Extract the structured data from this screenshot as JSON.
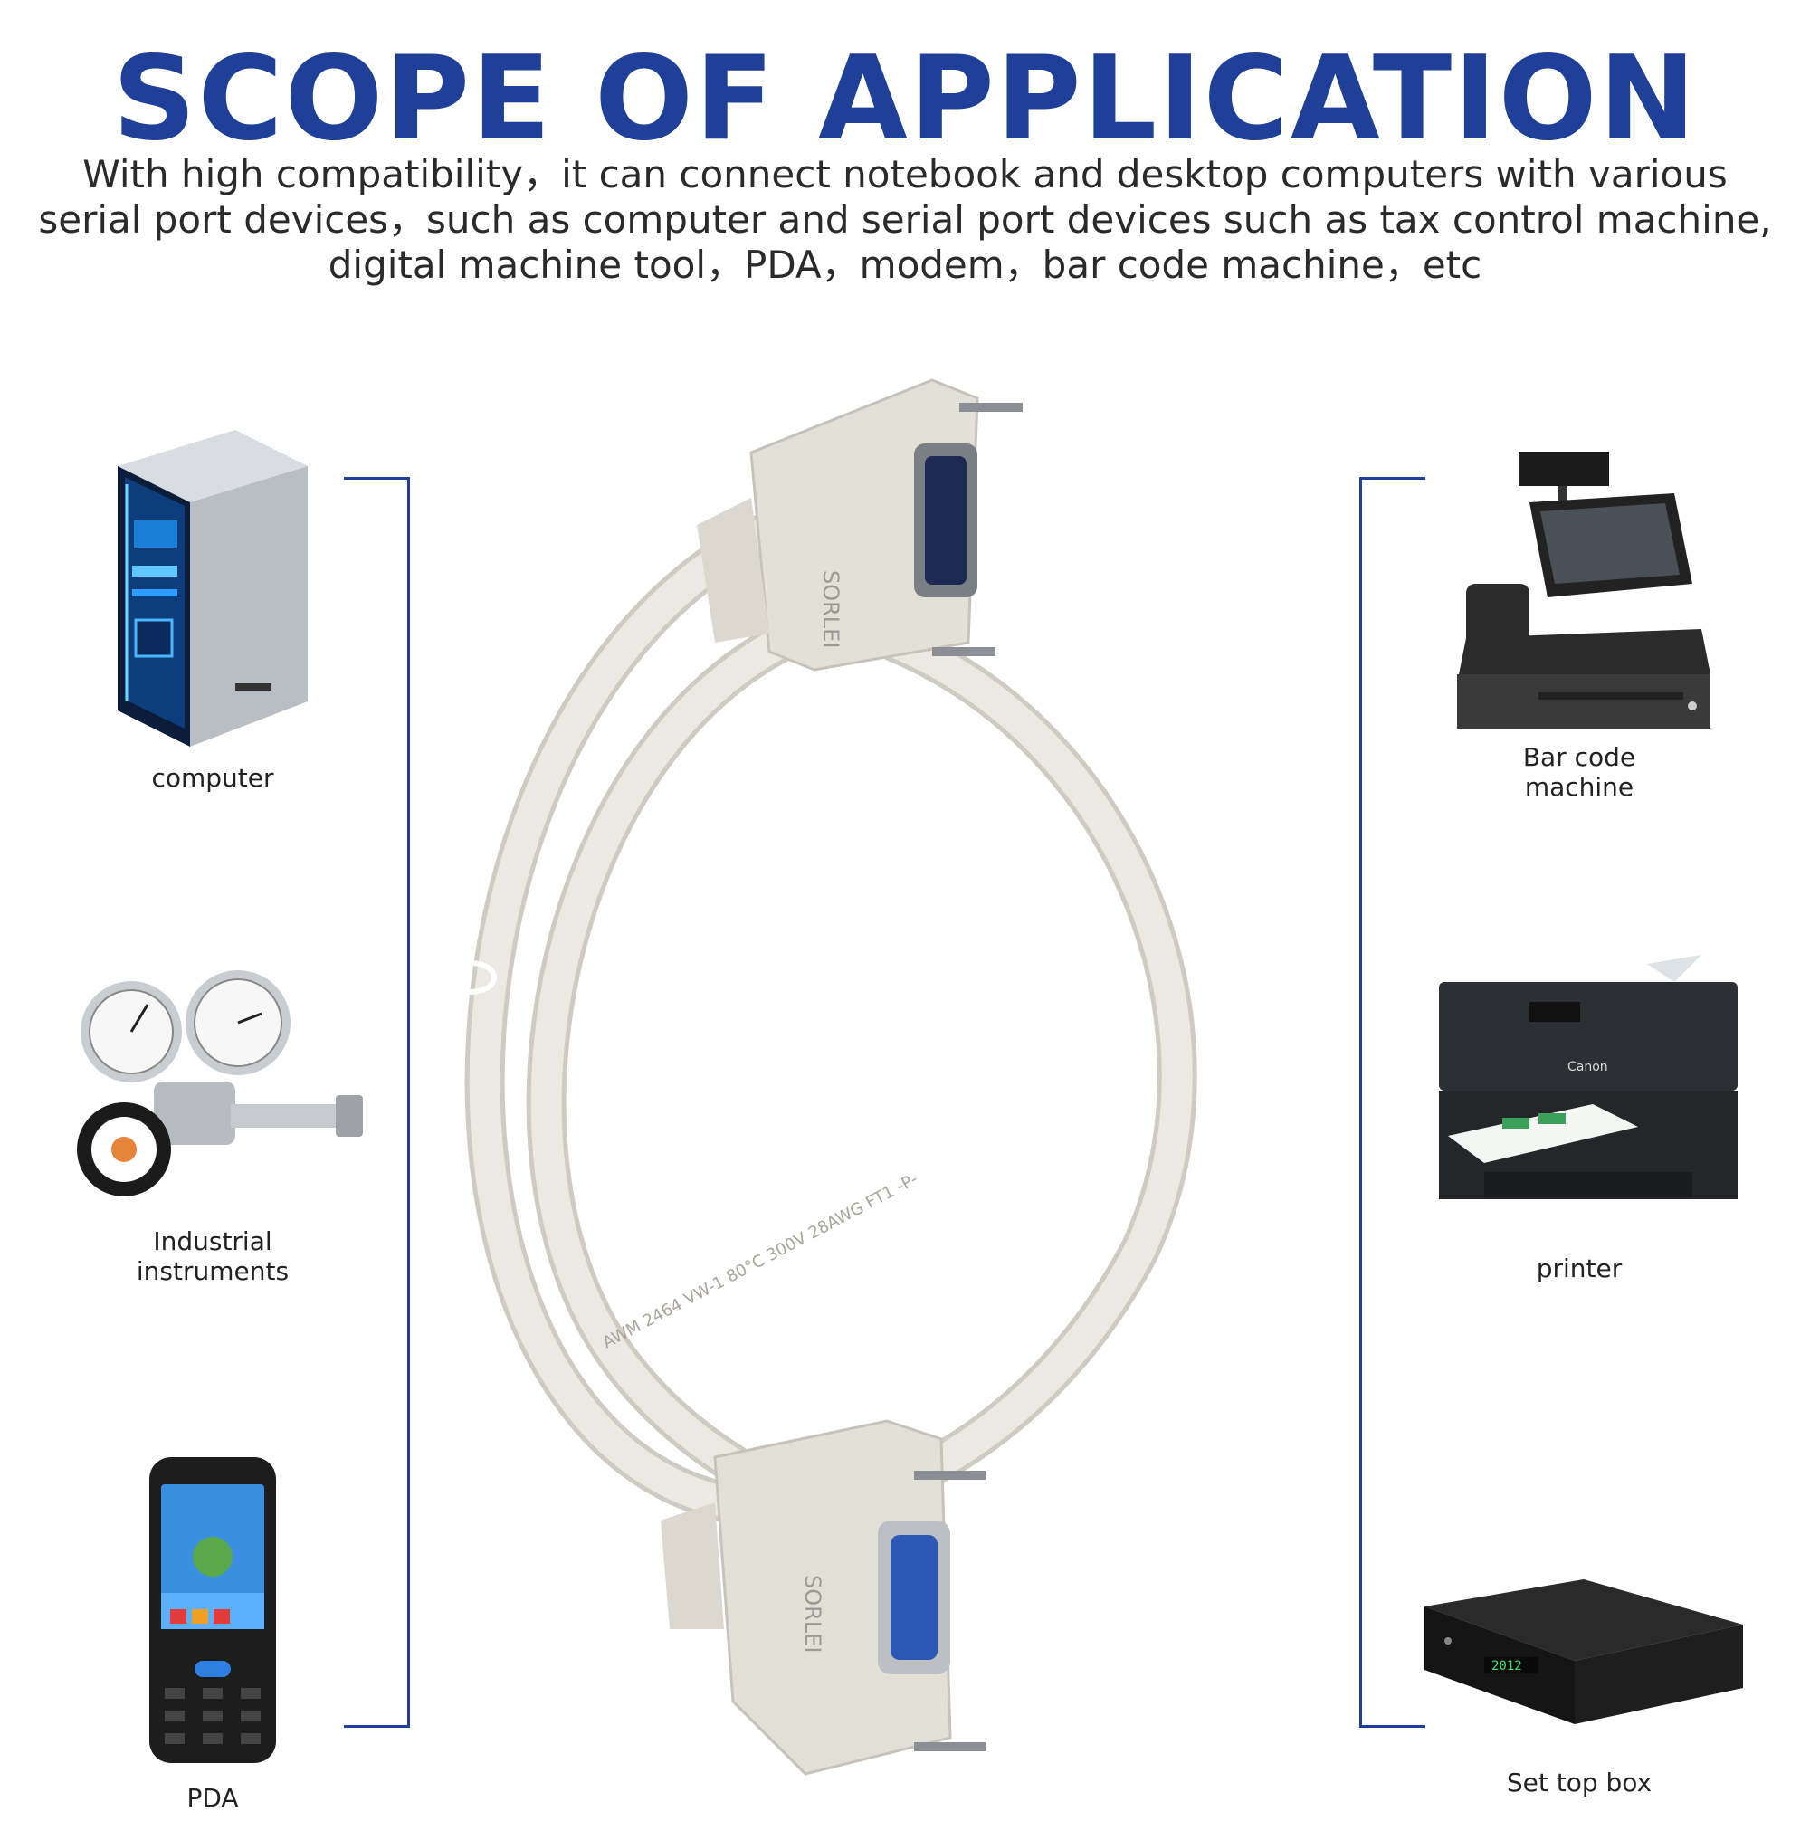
{
  "header": {
    "title": "SCOPE OF APPLICATION",
    "subtitle_lines": [
      "With high compatibility，it can connect notebook and desktop computers with various",
      "serial port devices，such as computer and serial port devices such as tax control machine,",
      "digital machine tool，PDA，modem，bar code machine，etc"
    ]
  },
  "left_devices": [
    {
      "label": "computer",
      "icon": "computer-tower-icon"
    },
    {
      "label": "Industrial\ninstruments",
      "icon": "pressure-gauge-icon"
    },
    {
      "label": "PDA",
      "icon": "pda-handheld-icon"
    }
  ],
  "right_devices": [
    {
      "label": "Bar code\nmachine",
      "icon": "pos-terminal-icon"
    },
    {
      "label": "printer",
      "icon": "printer-icon"
    },
    {
      "label": "Set top box",
      "icon": "set-top-box-icon"
    }
  ],
  "cable": {
    "brand_text": "SORLEI",
    "jacket_text": "AWM 2464 VW-1 80°C 300V 28AWG FT1 -P-"
  },
  "colors": {
    "accent": "#1f3f98",
    "cable": "#e6e3dc",
    "text": "#222222"
  }
}
